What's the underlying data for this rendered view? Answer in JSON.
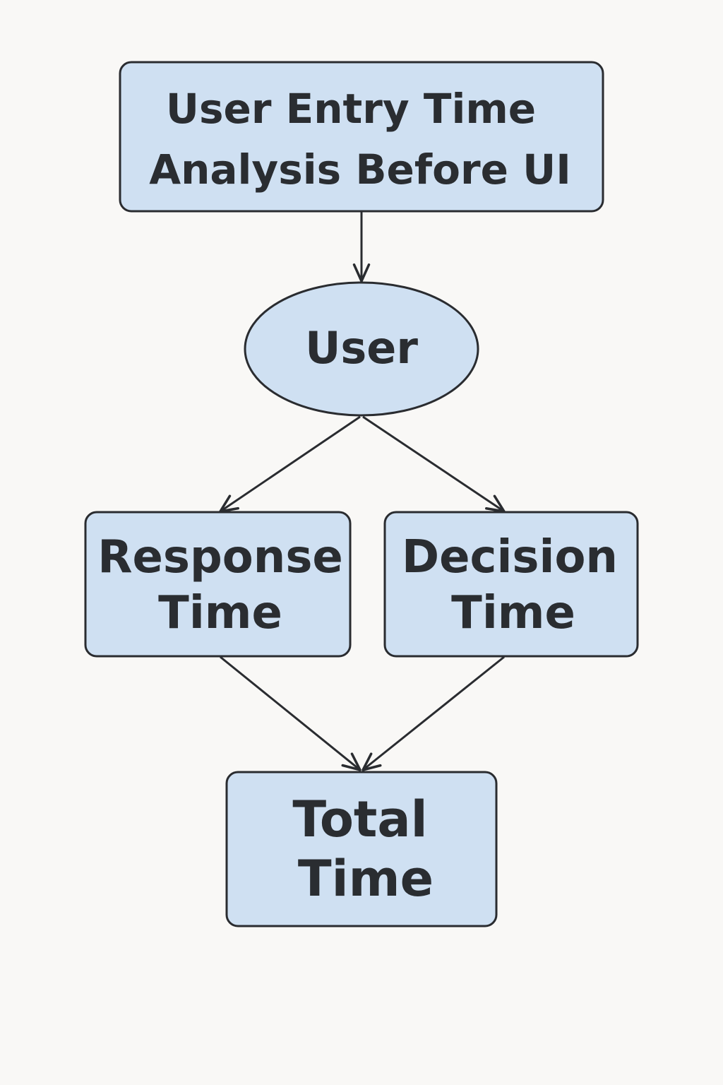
{
  "diagram": {
    "nodes": {
      "title": {
        "line1": "User Entry Time",
        "line2": "Analysis Before UI"
      },
      "user": {
        "label": "User"
      },
      "response": {
        "line1": "Response",
        "line2": "Time"
      },
      "decision": {
        "line1": "Decision",
        "line2": "Time"
      },
      "total": {
        "line1": "Total",
        "line2": "Time"
      }
    },
    "edges": [
      {
        "from": "title",
        "to": "user"
      },
      {
        "from": "user",
        "to": "response"
      },
      {
        "from": "user",
        "to": "decision"
      },
      {
        "from": "response",
        "to": "total"
      },
      {
        "from": "decision",
        "to": "total"
      }
    ],
    "colors": {
      "background": "#f9f8f6",
      "node_fill": "#cfe0f2",
      "stroke": "#2a2c30",
      "text": "#2a2d31"
    }
  }
}
